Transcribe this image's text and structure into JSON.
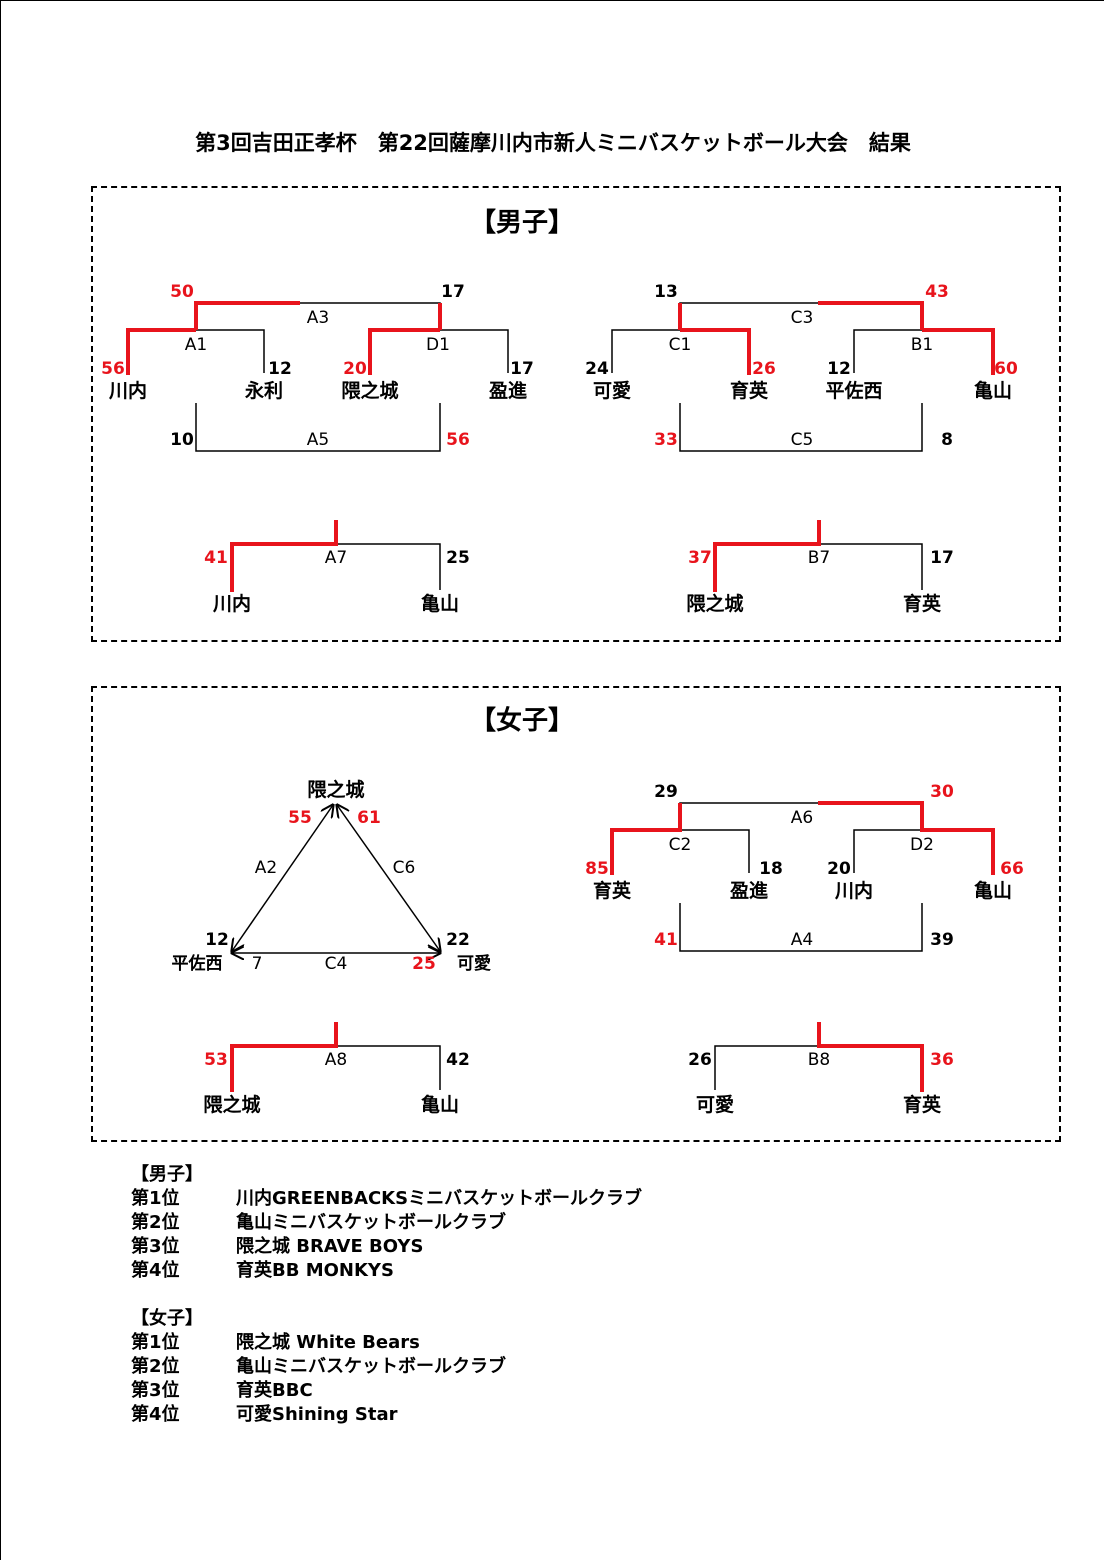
{
  "title": "第3回吉田正孝杯　第22回薩摩川内市新人ミニバスケットボール大会　結果",
  "boys": {
    "label": "【男子】",
    "games": {
      "A1": {
        "label": "A1",
        "left_team": "川内",
        "left_score": "56",
        "right_team": "永利",
        "right_score": "12"
      },
      "D1": {
        "label": "D1",
        "left_team": "隈之城",
        "left_score": "20",
        "right_team": "盈進",
        "right_score": "17"
      },
      "A3": {
        "label": "A3",
        "left_score": "50",
        "right_score": "17"
      },
      "A5": {
        "label": "A5",
        "left_score": "10",
        "right_score": "56"
      },
      "C1": {
        "label": "C1",
        "left_team": "可愛",
        "left_score": "24",
        "right_team": "育英",
        "right_score": "26"
      },
      "B1": {
        "label": "B1",
        "left_team": "平佐西",
        "left_score": "12",
        "right_team": "亀山",
        "right_score": "60"
      },
      "C3": {
        "label": "C3",
        "left_score": "13",
        "right_score": "43"
      },
      "C5": {
        "label": "C5",
        "left_score": "33",
        "right_score": "8"
      },
      "A7": {
        "label": "A7",
        "left_team": "川内",
        "left_score": "41",
        "right_team": "亀山",
        "right_score": "25"
      },
      "B7": {
        "label": "B7",
        "left_team": "隈之城",
        "left_score": "37",
        "right_team": "育英",
        "right_score": "17"
      }
    }
  },
  "girls": {
    "label": "【女子】",
    "league": {
      "top_team": "隈之城",
      "left_team": "平佐西",
      "right_team": "可愛",
      "A2": {
        "label": "A2",
        "top_score": "55",
        "left_score": "12"
      },
      "C6": {
        "label": "C6",
        "top_score": "61",
        "right_score": "22"
      },
      "C4": {
        "label": "C4",
        "left_score": "7",
        "right_score": "25"
      }
    },
    "games": {
      "C2": {
        "label": "C2",
        "left_team": "育英",
        "left_score": "85",
        "right_team": "盈進",
        "right_score": "18"
      },
      "D2": {
        "label": "D2",
        "left_team": "川内",
        "left_score": "20",
        "right_team": "亀山",
        "right_score": "66"
      },
      "A6": {
        "label": "A6",
        "left_score": "29",
        "right_score": "30"
      },
      "A4": {
        "label": "A4",
        "left_score": "41",
        "right_score": "39"
      },
      "A8": {
        "label": "A8",
        "left_team": "隈之城",
        "left_score": "53",
        "right_team": "亀山",
        "right_score": "42"
      },
      "B8": {
        "label": "B8",
        "left_team": "可愛",
        "left_score": "26",
        "right_team": "育英",
        "right_score": "36"
      }
    }
  },
  "results": {
    "boys": {
      "heading": "【男子】",
      "rows": [
        {
          "rank": "第1位",
          "team": "川内GREENBACKSミニバスケットボールクラブ"
        },
        {
          "rank": "第2位",
          "team": "亀山ミニバスケットボールクラブ"
        },
        {
          "rank": "第3位",
          "team": "隈之城 BRAVE BOYS"
        },
        {
          "rank": "第4位",
          "team": "育英BB MONKYS"
        }
      ]
    },
    "girls": {
      "heading": "【女子】",
      "rows": [
        {
          "rank": "第1位",
          "team": "隈之城 White Bears"
        },
        {
          "rank": "第2位",
          "team": "亀山ミニバスケットボールクラブ"
        },
        {
          "rank": "第3位",
          "team": "育英BBC"
        },
        {
          "rank": "第4位",
          "team": "可愛Shining Star"
        }
      ]
    }
  },
  "colors": {
    "winner": "#e8141c",
    "line": "#000000"
  }
}
